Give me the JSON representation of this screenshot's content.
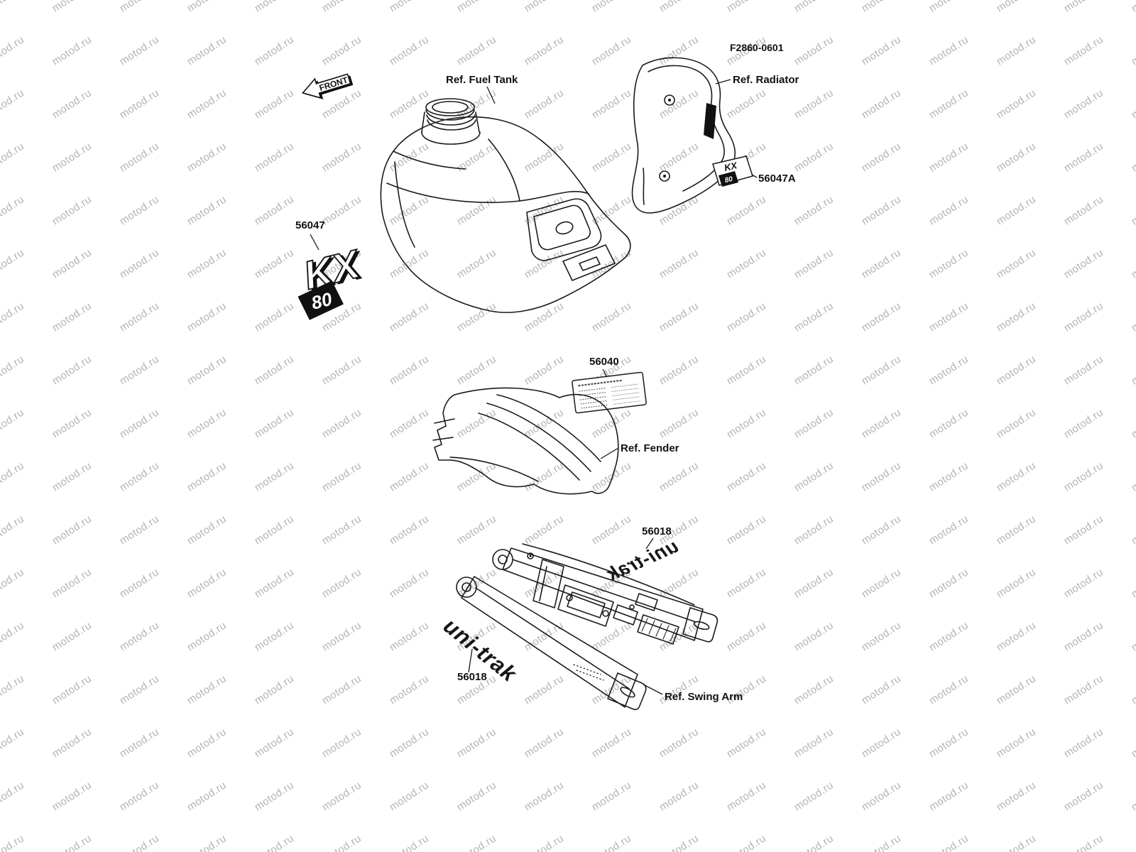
{
  "watermark": {
    "text": "motod.ru"
  },
  "header": {
    "part_code": "F2860-0601"
  },
  "labels": {
    "front": "FRONT",
    "fuel_tank": "Ref. Fuel Tank",
    "radiator": "Ref. Radiator",
    "fender": "Ref. Fender",
    "swing_arm": "Ref. Swing Arm"
  },
  "part_numbers": {
    "kx_logo_large": "56047",
    "kx_logo_small": "56047A",
    "warning_label": "56040",
    "uni_trak_top": "56018",
    "uni_trak_bottom": "56018"
  },
  "decals": {
    "kx_main": "KX",
    "kx_sub": "80",
    "kx_small_main": "KX",
    "kx_small_sub": "80",
    "uni_trak_top": "uni-trak",
    "uni_trak_bottom": "uni-trak"
  },
  "colors": {
    "line": "#1a1a1a",
    "watermark": "#b4b4b4",
    "background": "#ffffff",
    "decal_fill": "#111111"
  }
}
